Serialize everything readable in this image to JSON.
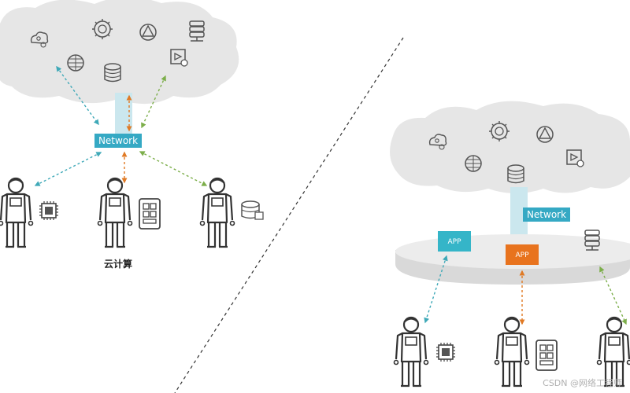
{
  "left_diagram": {
    "network_label": "Network",
    "caption": "云计算"
  },
  "right_diagram": {
    "network_label": "Network",
    "app_left_label": "APP",
    "app_center_label": "APP"
  },
  "watermark": "CSDN @网络工程师",
  "colors": {
    "cloud_fill": "#e6e6e6",
    "network_box": "#35a9c4",
    "network_bar": "#cbe7ee",
    "app_teal": "#35b5c8",
    "app_orange": "#e8731e",
    "link_teal": "#3fa9b8",
    "link_orange": "#e07a25",
    "link_green": "#7cae4a",
    "icon_stroke": "#555555",
    "person_stroke": "#333333"
  }
}
